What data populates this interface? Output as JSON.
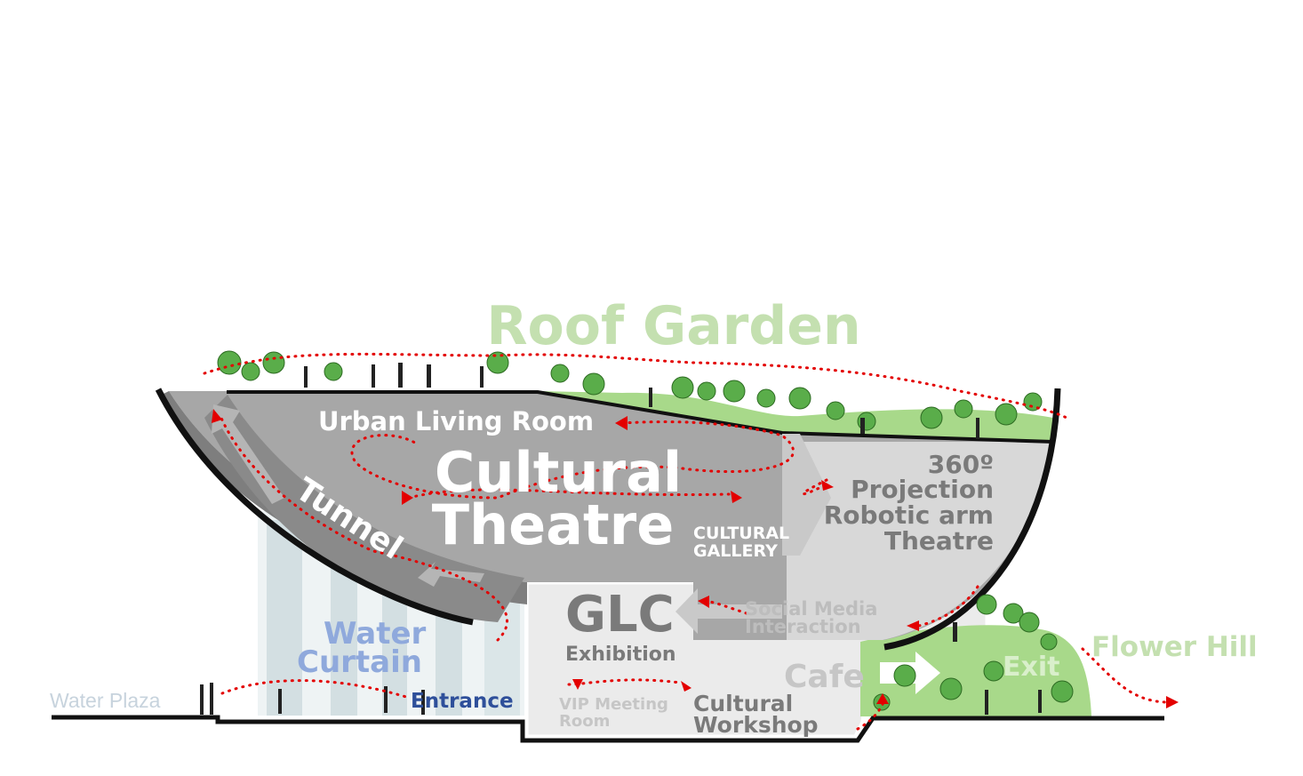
{
  "labels": {
    "roof_garden": "Roof Garden",
    "urban_living_room": "Urban Living Room",
    "cultural": "Cultural",
    "theatre": "Theatre",
    "tunnel": "Tunnel",
    "cultural_gallery_1": "CULTURAL",
    "cultural_gallery_2": "GALLERY",
    "projection_360": "360º",
    "projection": "Projection",
    "robotic_arm": "Robotic arm",
    "robotic_theatre": "Theatre",
    "glc": "GLC",
    "exhibition": "Exhibition",
    "social_media_1": "Social Media",
    "social_media_2": "Interaction",
    "water_1": "Water",
    "water_2": "Curtain",
    "entrance": "Entrance",
    "water_plaza": "Water Plaza",
    "vip_1": "VIP Meeting",
    "vip_2": "Room",
    "cultural_workshop_1": "Cultural",
    "cultural_workshop_2": "Workshop",
    "cafe": "Cafe",
    "exit": "Exit",
    "flower_hill": "Flower Hill"
  },
  "colors": {
    "roof_garden": "#c4e0b0",
    "flower_hill": "#c4e0b0",
    "water_label": "#8fa9dc",
    "entrance": "#2e4f9a",
    "water_plaza": "#c7d3dd",
    "theatre_gray": "#a7a7a7",
    "dark_gray": "#7a7a7a",
    "light_gray": "#e9e9e9",
    "grass": "#a8d98a",
    "tree": "#5aad4a",
    "path_dot": "#e30000"
  }
}
